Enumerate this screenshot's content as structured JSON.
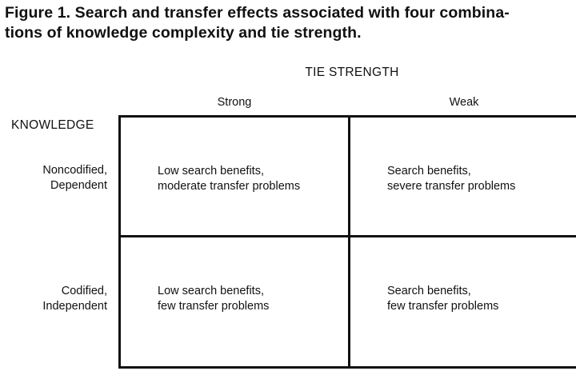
{
  "figure": {
    "title": "Figure 1.  Search and transfer effects associated with four combina-\ntions of knowledge complexity and tie strength."
  },
  "columns": {
    "super_label": "TIE STRENGTH",
    "headers": [
      "Strong",
      "Weak"
    ]
  },
  "rows": {
    "super_label": "KNOWLEDGE",
    "headers": [
      "Noncodified,\nDependent",
      "Codified,\nIndependent"
    ]
  },
  "cells": [
    [
      "Low search benefits,\nmoderate transfer problems",
      "Search benefits,\nsevere transfer problems"
    ],
    [
      "Low search benefits,\nfew transfer problems",
      "Search benefits,\nfew transfer problems"
    ]
  ]
}
